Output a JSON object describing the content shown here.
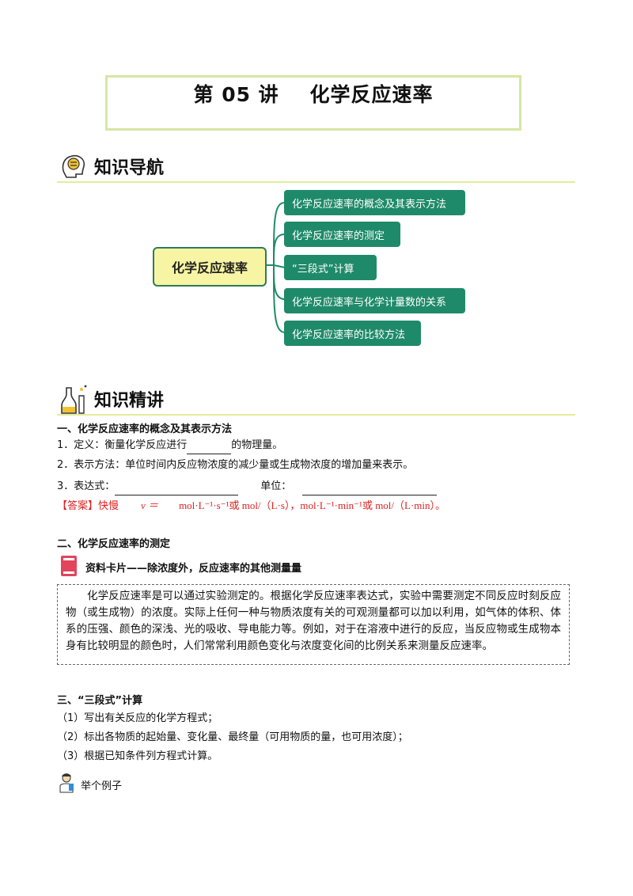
{
  "title": "第 05 讲    化学反应速率",
  "nav": {
    "heading": "知识导航",
    "center": "化学反应速率",
    "branches": [
      "化学反应速率的概念及其表示方法",
      "化学反应速率的测定",
      "“三段式”计算",
      "化学反应速率与化学计量数的关系",
      "化学反应速率的比较方法"
    ]
  },
  "lecture": {
    "heading": "知识精讲",
    "sec1": {
      "title": "一、化学反应速率的概念及其表示方法",
      "item1_a": "1．定义：衡量化学反应进行",
      "item1_b": "的物理量。",
      "item2": "2．表示方法：单位时间内反应物浓度的减少量或生成物浓度的增加量来表示。",
      "item3_a": "3．表达式：",
      "item3_b": "单位：",
      "answer_tag": "【答案】",
      "answer_1": "快慢",
      "answer_v": "v ＝",
      "answer_units": "mol·L⁻¹·s⁻¹或 mol/（L·s），mol·L⁻¹·min⁻¹或 mol/（L·min）。"
    },
    "sec2": {
      "title": "二、化学反应速率的测定",
      "card_title": "资料卡片——除浓度外，反应速率的其他测量量",
      "card_text": "化学反应速率是可以通过实验测定的。根据化学反应速率表达式，实验中需要测定不同反应时刻反应物（或生成物）的浓度。实际上任何一种与物质浓度有关的可观测量都可以加以利用，如气体的体积、体系的压强、颜色的深浅、光的吸收、导电能力等。例如，对于在溶液中进行的反应，当反应物或生成物本身有比较明显的颜色时，人们常常利用颜色变化与浓度变化间的比例关系来测量反应速率。"
    },
    "sec3": {
      "title": "三、“三段式”计算",
      "items": [
        "（1）写出有关反应的化学方程式；",
        "（2）标出各物质的起始量、变化量、最终量（可用物质的量，也可用浓度）；",
        "（3）根据已知条件列方程式计算。"
      ],
      "example": "举个例子"
    }
  },
  "colors": {
    "accent_rule": "#e2ec9c",
    "title_border": "#d6e6a4",
    "branch_fill": "#1f8a6a",
    "center_fill": "#f7f5a3",
    "answer_red": "#e02020"
  }
}
